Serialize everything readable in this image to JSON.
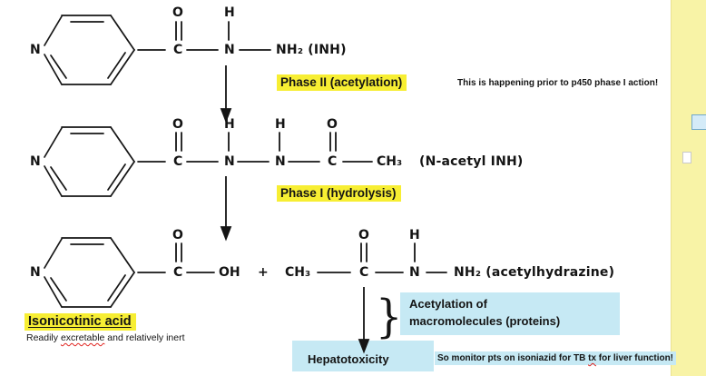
{
  "colors": {
    "yellow_highlight": "#f7ee33",
    "blue_highlight": "#c6e9f4",
    "margin_strip": "#f8f3a6",
    "spellcheck_red": "#e0231f"
  },
  "structures": {
    "ring_n": "N",
    "row1": {
      "o": "O",
      "h": "H",
      "c": "C",
      "n": "N",
      "tail": "NH₂ (INH)"
    },
    "row2": {
      "o1": "O",
      "h1": "H",
      "h2": "H",
      "o2": "O",
      "c1": "C",
      "n1": "N",
      "n2": "N",
      "c2": "C",
      "ch3": "CH₃",
      "tail": "(N-acetyl INH)"
    },
    "row3": {
      "o1": "O",
      "c1": "C",
      "oh": "OH",
      "plus": "+",
      "ch3": "CH₃",
      "o2": "O",
      "c2": "C",
      "h": "H",
      "n": "N",
      "tail": "NH₂ (acetylhydrazine)"
    }
  },
  "labels": {
    "phase2": "Phase II (acetylation)",
    "phase2_note": "This is happening prior to p450 phase I action!",
    "phase1": "Phase I (hydrolysis)",
    "isonicotinic": "Isonicotinic acid",
    "iso_note_pre": "Readily ",
    "iso_note_misspelled": "excretable",
    "iso_note_post": " and relatively inert",
    "brace": "}",
    "acetylation_line1": "Acetylation of",
    "acetylation_line2": "macromolecules (proteins)",
    "hepatotoxicity": "Hepatotoxicity",
    "monitor_pre": "So monitor pts on isoniazid for TB ",
    "monitor_misspelled": "tx",
    "monitor_post": " for liver function!"
  }
}
